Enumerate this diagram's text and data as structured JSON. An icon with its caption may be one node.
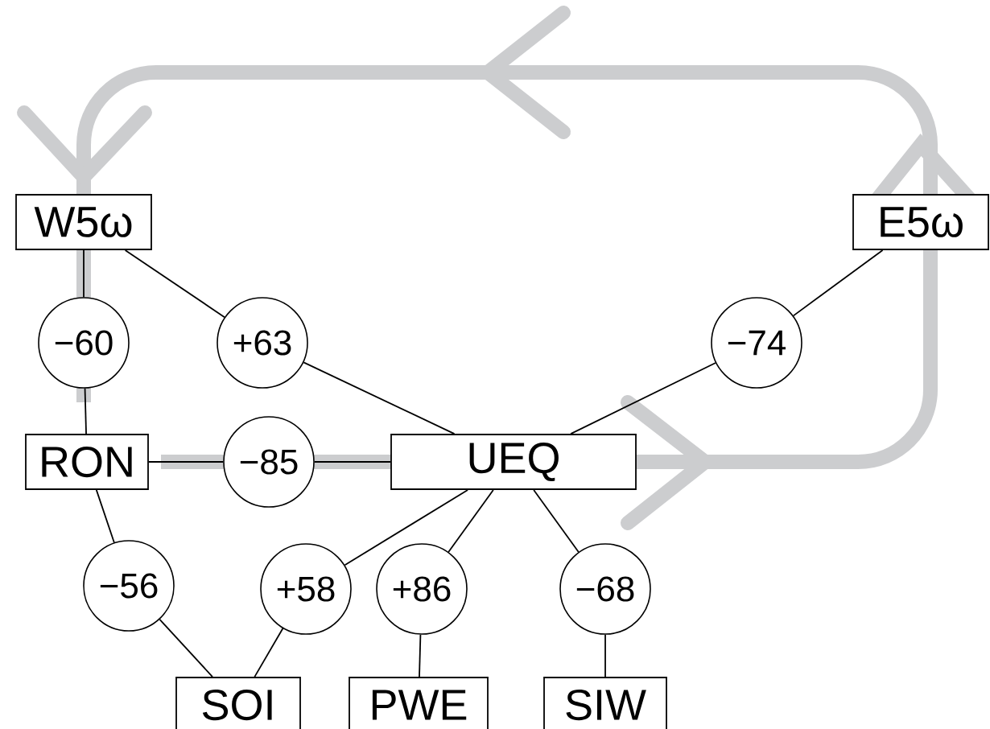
{
  "diagram": {
    "nodes": [
      {
        "text": [
          "W5ω"
        ]
      },
      {
        "text": [
          "E5ω"
        ]
      },
      {
        "text": [
          "−60"
        ]
      },
      {
        "text": [
          "+63"
        ]
      },
      {
        "text": [
          "−74"
        ]
      },
      {
        "text": [
          "RON"
        ]
      },
      {
        "text": [
          "−85"
        ]
      },
      {
        "text": [
          "UEQ"
        ]
      },
      {
        "text": [
          "−56"
        ]
      },
      {
        "text": [
          "+58"
        ]
      },
      {
        "text": [
          "+86"
        ]
      },
      {
        "text": [
          "−68"
        ]
      },
      {
        "text": [
          "SOI"
        ]
      },
      {
        "text": [
          "PWE"
        ]
      },
      {
        "text": [
          "SIW"
        ]
      }
    ],
    "edges": [
      {
        "from": 0,
        "to": 2,
        "arrow": "none"
      },
      {
        "from": 2,
        "to": 5,
        "arrow": "none"
      },
      {
        "from": 0,
        "to": 3,
        "arrow": "none"
      },
      {
        "from": 3,
        "to": 7,
        "arrow": "none"
      },
      {
        "from": 1,
        "to": 4,
        "arrow": "none"
      },
      {
        "from": 4,
        "to": 7,
        "arrow": "none"
      },
      {
        "from": 5,
        "to": 6,
        "arrow": "none"
      },
      {
        "from": 6,
        "to": 7,
        "arrow": "none"
      },
      {
        "from": 5,
        "to": 8,
        "arrow": "none"
      },
      {
        "from": 8,
        "to": 12,
        "arrow": "none"
      },
      {
        "from": 7,
        "to": 9,
        "arrow": "none"
      },
      {
        "from": 9,
        "to": 12,
        "arrow": "none"
      },
      {
        "from": 7,
        "to": 10,
        "arrow": "none"
      },
      {
        "from": 10,
        "to": 13,
        "arrow": "none"
      },
      {
        "from": 7,
        "to": 11,
        "arrow": "none"
      },
      {
        "from": 11,
        "to": 14,
        "arrow": "none"
      }
    ]
  }
}
